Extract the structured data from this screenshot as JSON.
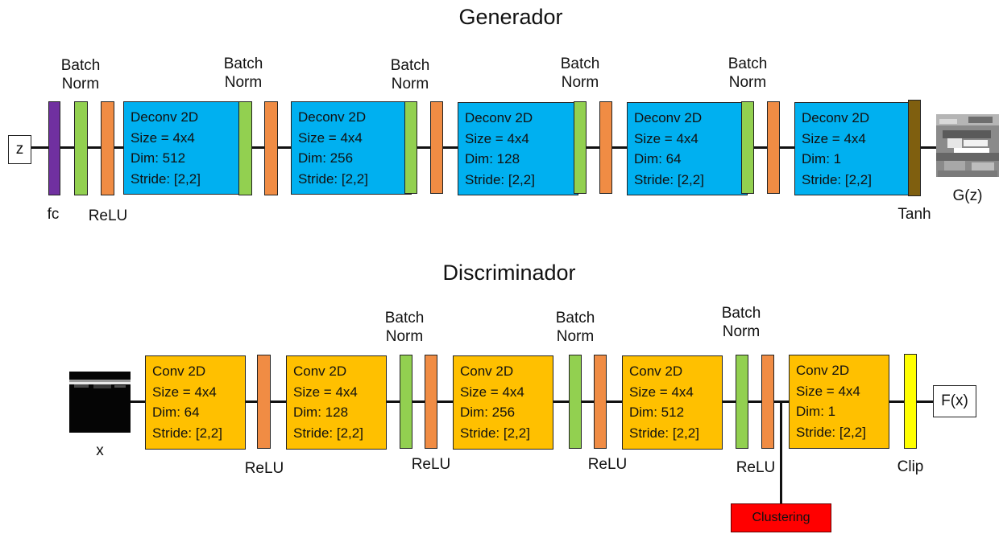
{
  "generator": {
    "title": "Generador",
    "input_label": "z",
    "fc_label": "fc",
    "relu_label": "ReLU",
    "batchnorm_label": "Batch\nNorm",
    "tanh_label": "Tanh",
    "output_label": "G(z)",
    "layers": [
      {
        "type": "Deconv 2D",
        "size": "Size = 4x4",
        "dim": "Dim: 512",
        "stride": "Stride: [2,2]"
      },
      {
        "type": "Deconv 2D",
        "size": "Size = 4x4",
        "dim": "Dim: 256",
        "stride": "Stride: [2,2]"
      },
      {
        "type": "Deconv 2D",
        "size": "Size = 4x4",
        "dim": "Dim: 128",
        "stride": "Stride: [2,2]"
      },
      {
        "type": "Deconv 2D",
        "size": "Size = 4x4",
        "dim": "Dim: 64",
        "stride": "Stride: [2,2]"
      },
      {
        "type": "Deconv 2D",
        "size": "Size = 4x4",
        "dim": "Dim: 1",
        "stride": "Stride: [2,2]"
      }
    ]
  },
  "discriminator": {
    "title": "Discriminador",
    "input_label": "x",
    "relu_label": "ReLU",
    "batchnorm_label": "Batch\nNorm",
    "clip_label": "Clip",
    "output_label": "F(x)",
    "clustering_label": "Clustering",
    "layers": [
      {
        "type": "Conv 2D",
        "size": "Size = 4x4",
        "dim": "Dim: 64",
        "stride": "Stride: [2,2]"
      },
      {
        "type": "Conv 2D",
        "size": "Size = 4x4",
        "dim": "Dim: 128",
        "stride": "Stride: [2,2]"
      },
      {
        "type": "Conv 2D",
        "size": "Size = 4x4",
        "dim": "Dim: 256",
        "stride": "Stride: [2,2]"
      },
      {
        "type": "Conv 2D",
        "size": "Size = 4x4",
        "dim": "Dim: 512",
        "stride": "Stride: [2,2]"
      },
      {
        "type": "Conv 2D",
        "size": "Size = 4x4",
        "dim": "Dim: 1",
        "stride": "Stride: [2,2]"
      }
    ]
  },
  "colors": {
    "deconv": "#00b0f0",
    "conv": "#ffc000",
    "batchnorm": "#92d050",
    "relu": "#f08c44",
    "fc": "#7030a0",
    "tanh": "#7f5f0f",
    "clip": "#ffff00",
    "clustering": "#ff0000"
  }
}
